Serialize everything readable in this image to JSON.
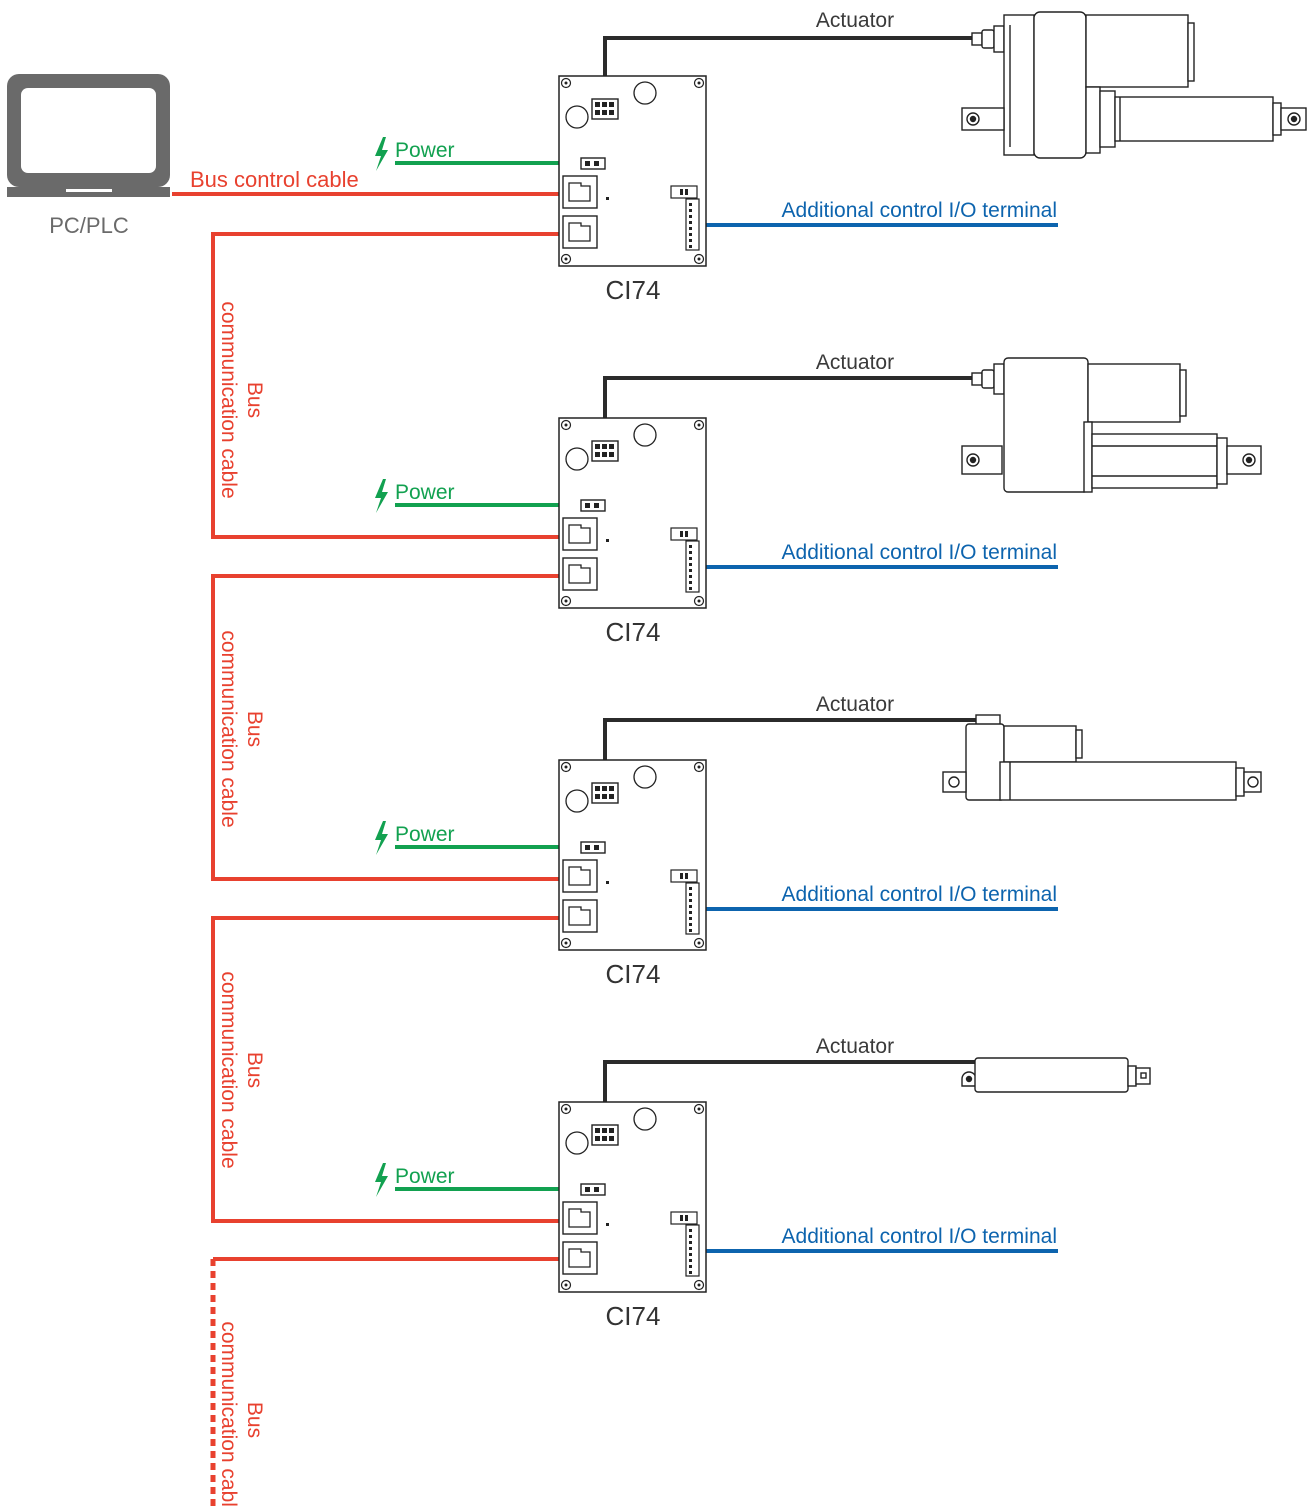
{
  "pc": {
    "label": "PC/PLC",
    "icon": "computer-icon"
  },
  "labels": {
    "bus_control_cable": "Bus control cable",
    "bus_comm_line1": "Bus",
    "bus_comm_line2": "communication cable",
    "power": "Power",
    "additional_io": "Additional control I/O terminal",
    "actuator": "Actuator",
    "controller": "CI74"
  },
  "units": [
    {
      "id": 1,
      "actuator_model": "large-dual-motor"
    },
    {
      "id": 2,
      "actuator_model": "large-parallel"
    },
    {
      "id": 3,
      "actuator_model": "medium-inline"
    },
    {
      "id": 4,
      "actuator_model": "small-inline"
    }
  ],
  "colors": {
    "bus": "#e8412f",
    "power": "#12a150",
    "io": "#0d64ae",
    "actuator_cable": "#2b2b2b",
    "pc": "#6a6a6a",
    "text_dark": "#3a3a3a"
  }
}
